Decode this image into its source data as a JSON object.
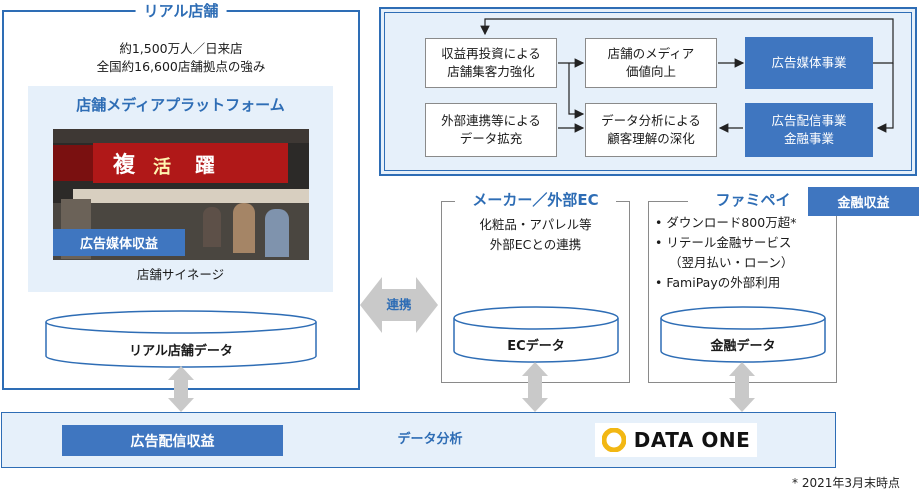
{
  "real_store": {
    "title": "リアル店舗",
    "stats_line1": "約1,500万人／日来店",
    "stats_line2": "全国約16,600店舗拠点の強み",
    "platform_title": "店舗メディアプラットフォーム",
    "photo_signs": [
      "複",
      "活",
      "躍"
    ],
    "ad_media_revenue": "広告媒体収益",
    "signage_caption": "店舗サイネージ",
    "db_label": "リアル店舗データ"
  },
  "flow": {
    "reinvest": "収益再投資による\n店舗集客力強化",
    "media_value": "店舗のメディア\n価値向上",
    "ad_media_business": "広告媒体事業",
    "external_data": "外部連携等による\nデータ拡充",
    "analysis_insight": "データ分析による\n顧客理解の深化",
    "ad_delivery_finance": "広告配信事業\n金融事業"
  },
  "link_label": "連携",
  "maker": {
    "title": "メーカー／外部EC",
    "desc_line1": "化粧品・アパレル等",
    "desc_line2": "外部ECとの連携",
    "db_label": "ECデータ"
  },
  "famipay": {
    "title": "ファミペイ",
    "finance_revenue": "金融収益",
    "bullets": [
      "• ダウンロード800万超*",
      "• リテール金融サービス",
      "（翌月払い・ローン）",
      "• FamiPayの外部利用"
    ],
    "db_label": "金融データ"
  },
  "bottom": {
    "ad_delivery_revenue": "広告配信収益",
    "data_analysis": "データ分析",
    "logo_text": "DATA ONE"
  },
  "footnote": "* 2021年3月末時点",
  "colors": {
    "accent": "#2e6db5",
    "block": "#3f76c0",
    "panel": "#e6f0fa",
    "arrow": "#c9c9c9"
  }
}
